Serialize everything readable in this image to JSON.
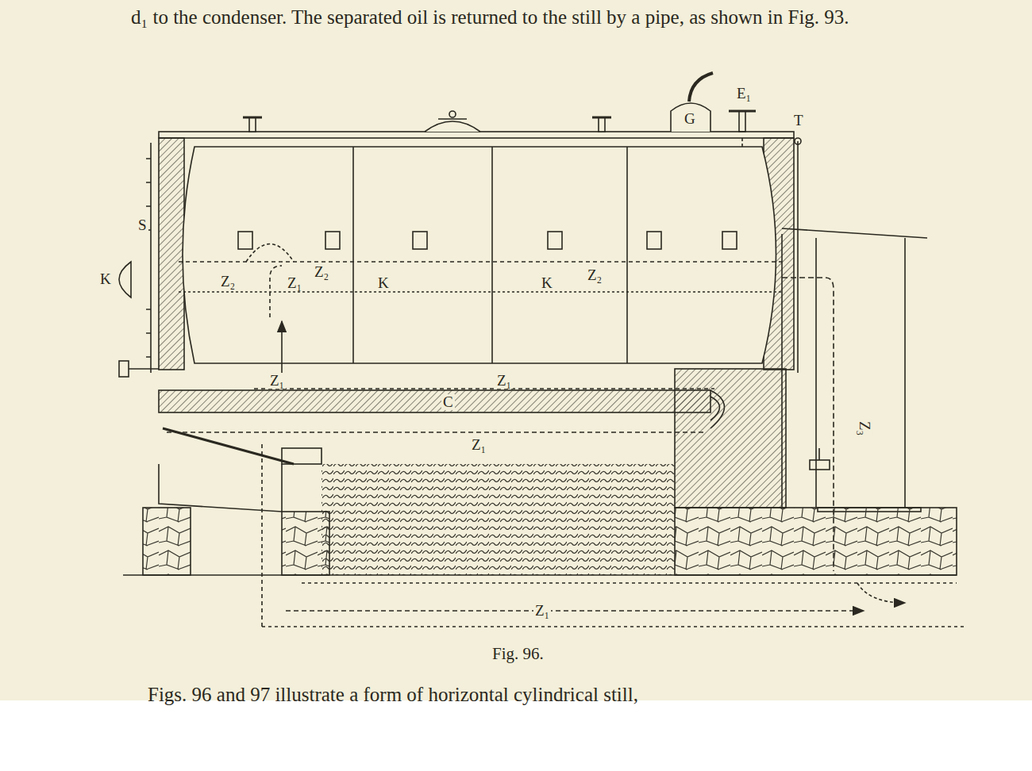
{
  "diagram": {
    "caption": "Fig. 96.",
    "labels": [
      "d₁ to the condenser. The separated oil is returned to the still by a pipe, as shown in Fig. 93.",
      "G",
      "E₁",
      "T",
      "S",
      "K",
      "Z₂",
      "Z₁",
      "Z₂",
      "K",
      "K",
      "Z₂",
      "Z₁",
      "Z₁",
      "C",
      "Z₁",
      "Z₃",
      "Z₁",
      "Figs. 96 and 97 illustrate a form of horizontal cylindrical still,"
    ]
  }
}
